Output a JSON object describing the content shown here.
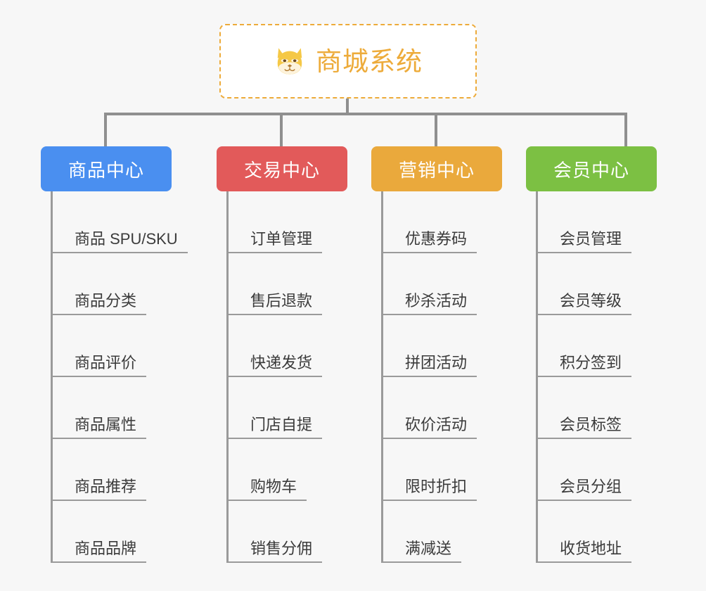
{
  "page": {
    "background_color": "#f7f7f7",
    "connector_color": "#8f8f8f"
  },
  "root": {
    "title": "商城系统",
    "icon": "shiba-dog-face-icon",
    "text_color": "#edab3a",
    "border_color": "#edab3a",
    "background_color": "#ffffff"
  },
  "categories": [
    {
      "label": "商品中心",
      "color": "#4a8ff0",
      "items": [
        "商品 SPU/SKU",
        "商品分类",
        "商品评价",
        "商品属性",
        "商品推荐",
        "商品品牌"
      ]
    },
    {
      "label": "交易中心",
      "color": "#e25a5a",
      "items": [
        "订单管理",
        "售后退款",
        "快递发货",
        "门店自提",
        "购物车",
        "销售分佣"
      ]
    },
    {
      "label": "营销中心",
      "color": "#eaa93c",
      "items": [
        "优惠券码",
        "秒杀活动",
        "拼团活动",
        "砍价活动",
        "限时折扣",
        "满减送"
      ]
    },
    {
      "label": "会员中心",
      "color": "#7cc043",
      "items": [
        "会员管理",
        "会员等级",
        "积分签到",
        "会员标签",
        "会员分组",
        "收货地址"
      ]
    }
  ]
}
